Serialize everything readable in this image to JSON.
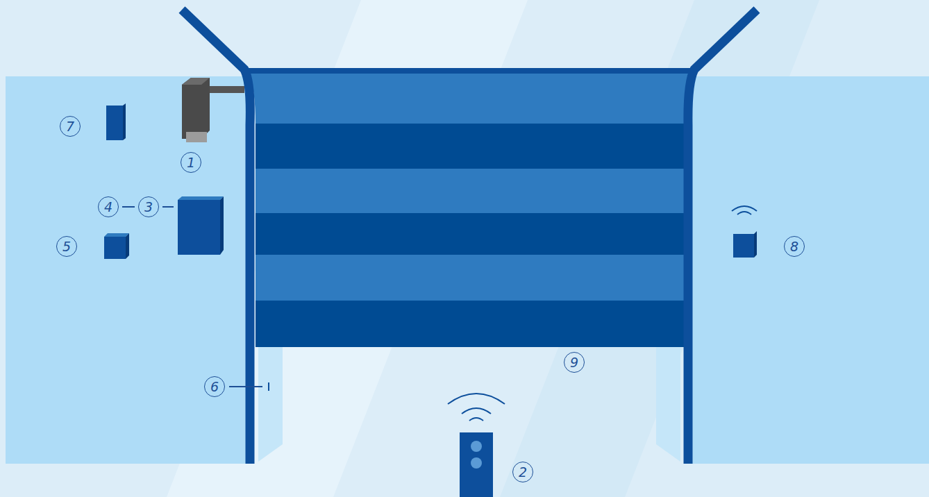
{
  "diagram": {
    "labels": [
      "7",
      "1",
      "4",
      "3",
      "5",
      "8",
      "6",
      "9",
      "2"
    ]
  }
}
